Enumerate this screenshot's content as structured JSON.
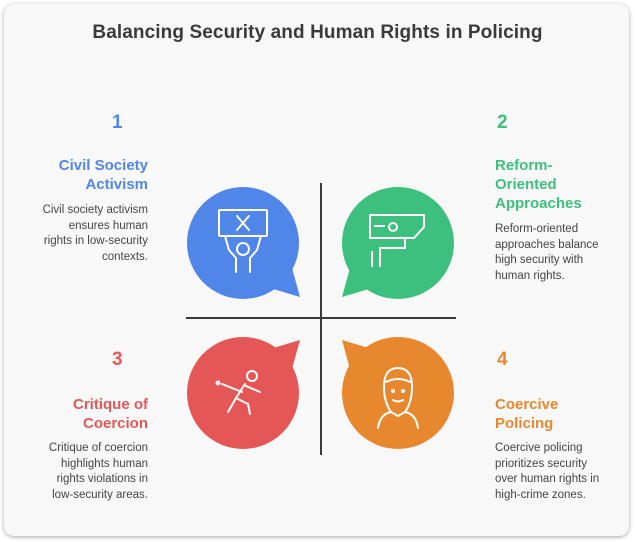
{
  "title": "Balancing Security and Human Rights in Policing",
  "quadrants": [
    {
      "number": "1",
      "heading": "Civil Society Activism",
      "heading_lines": [
        "Civil Society",
        "Activism"
      ],
      "description_lines": [
        "Civil society activism",
        "ensures human",
        "rights in low-security",
        "contexts."
      ],
      "color": "#4f86e8",
      "icon": "protester-sign-icon"
    },
    {
      "number": "2",
      "heading": "Reform-Oriented Approaches",
      "heading_lines": [
        "Reform-",
        "Oriented",
        "Approaches"
      ],
      "description_lines": [
        "Reform-oriented",
        "approaches balance",
        "high security with",
        "human rights."
      ],
      "color": "#3dc07d",
      "icon": "security-camera-icon"
    },
    {
      "number": "3",
      "heading": "Critique of Coercion",
      "heading_lines": [
        "Critique of",
        "Coercion"
      ],
      "description_lines": [
        "Critique of coercion",
        "highlights human",
        "rights violations in",
        "low-security areas."
      ],
      "color": "#e55656",
      "icon": "fencer-icon"
    },
    {
      "number": "4",
      "heading": "Coercive Policing",
      "heading_lines": [
        "Coercive",
        "Policing"
      ],
      "description_lines": [
        "Coercive policing",
        "prioritizes security",
        "over human rights in",
        "high-crime zones."
      ],
      "color": "#e8882e",
      "icon": "woman-portrait-icon"
    }
  ]
}
